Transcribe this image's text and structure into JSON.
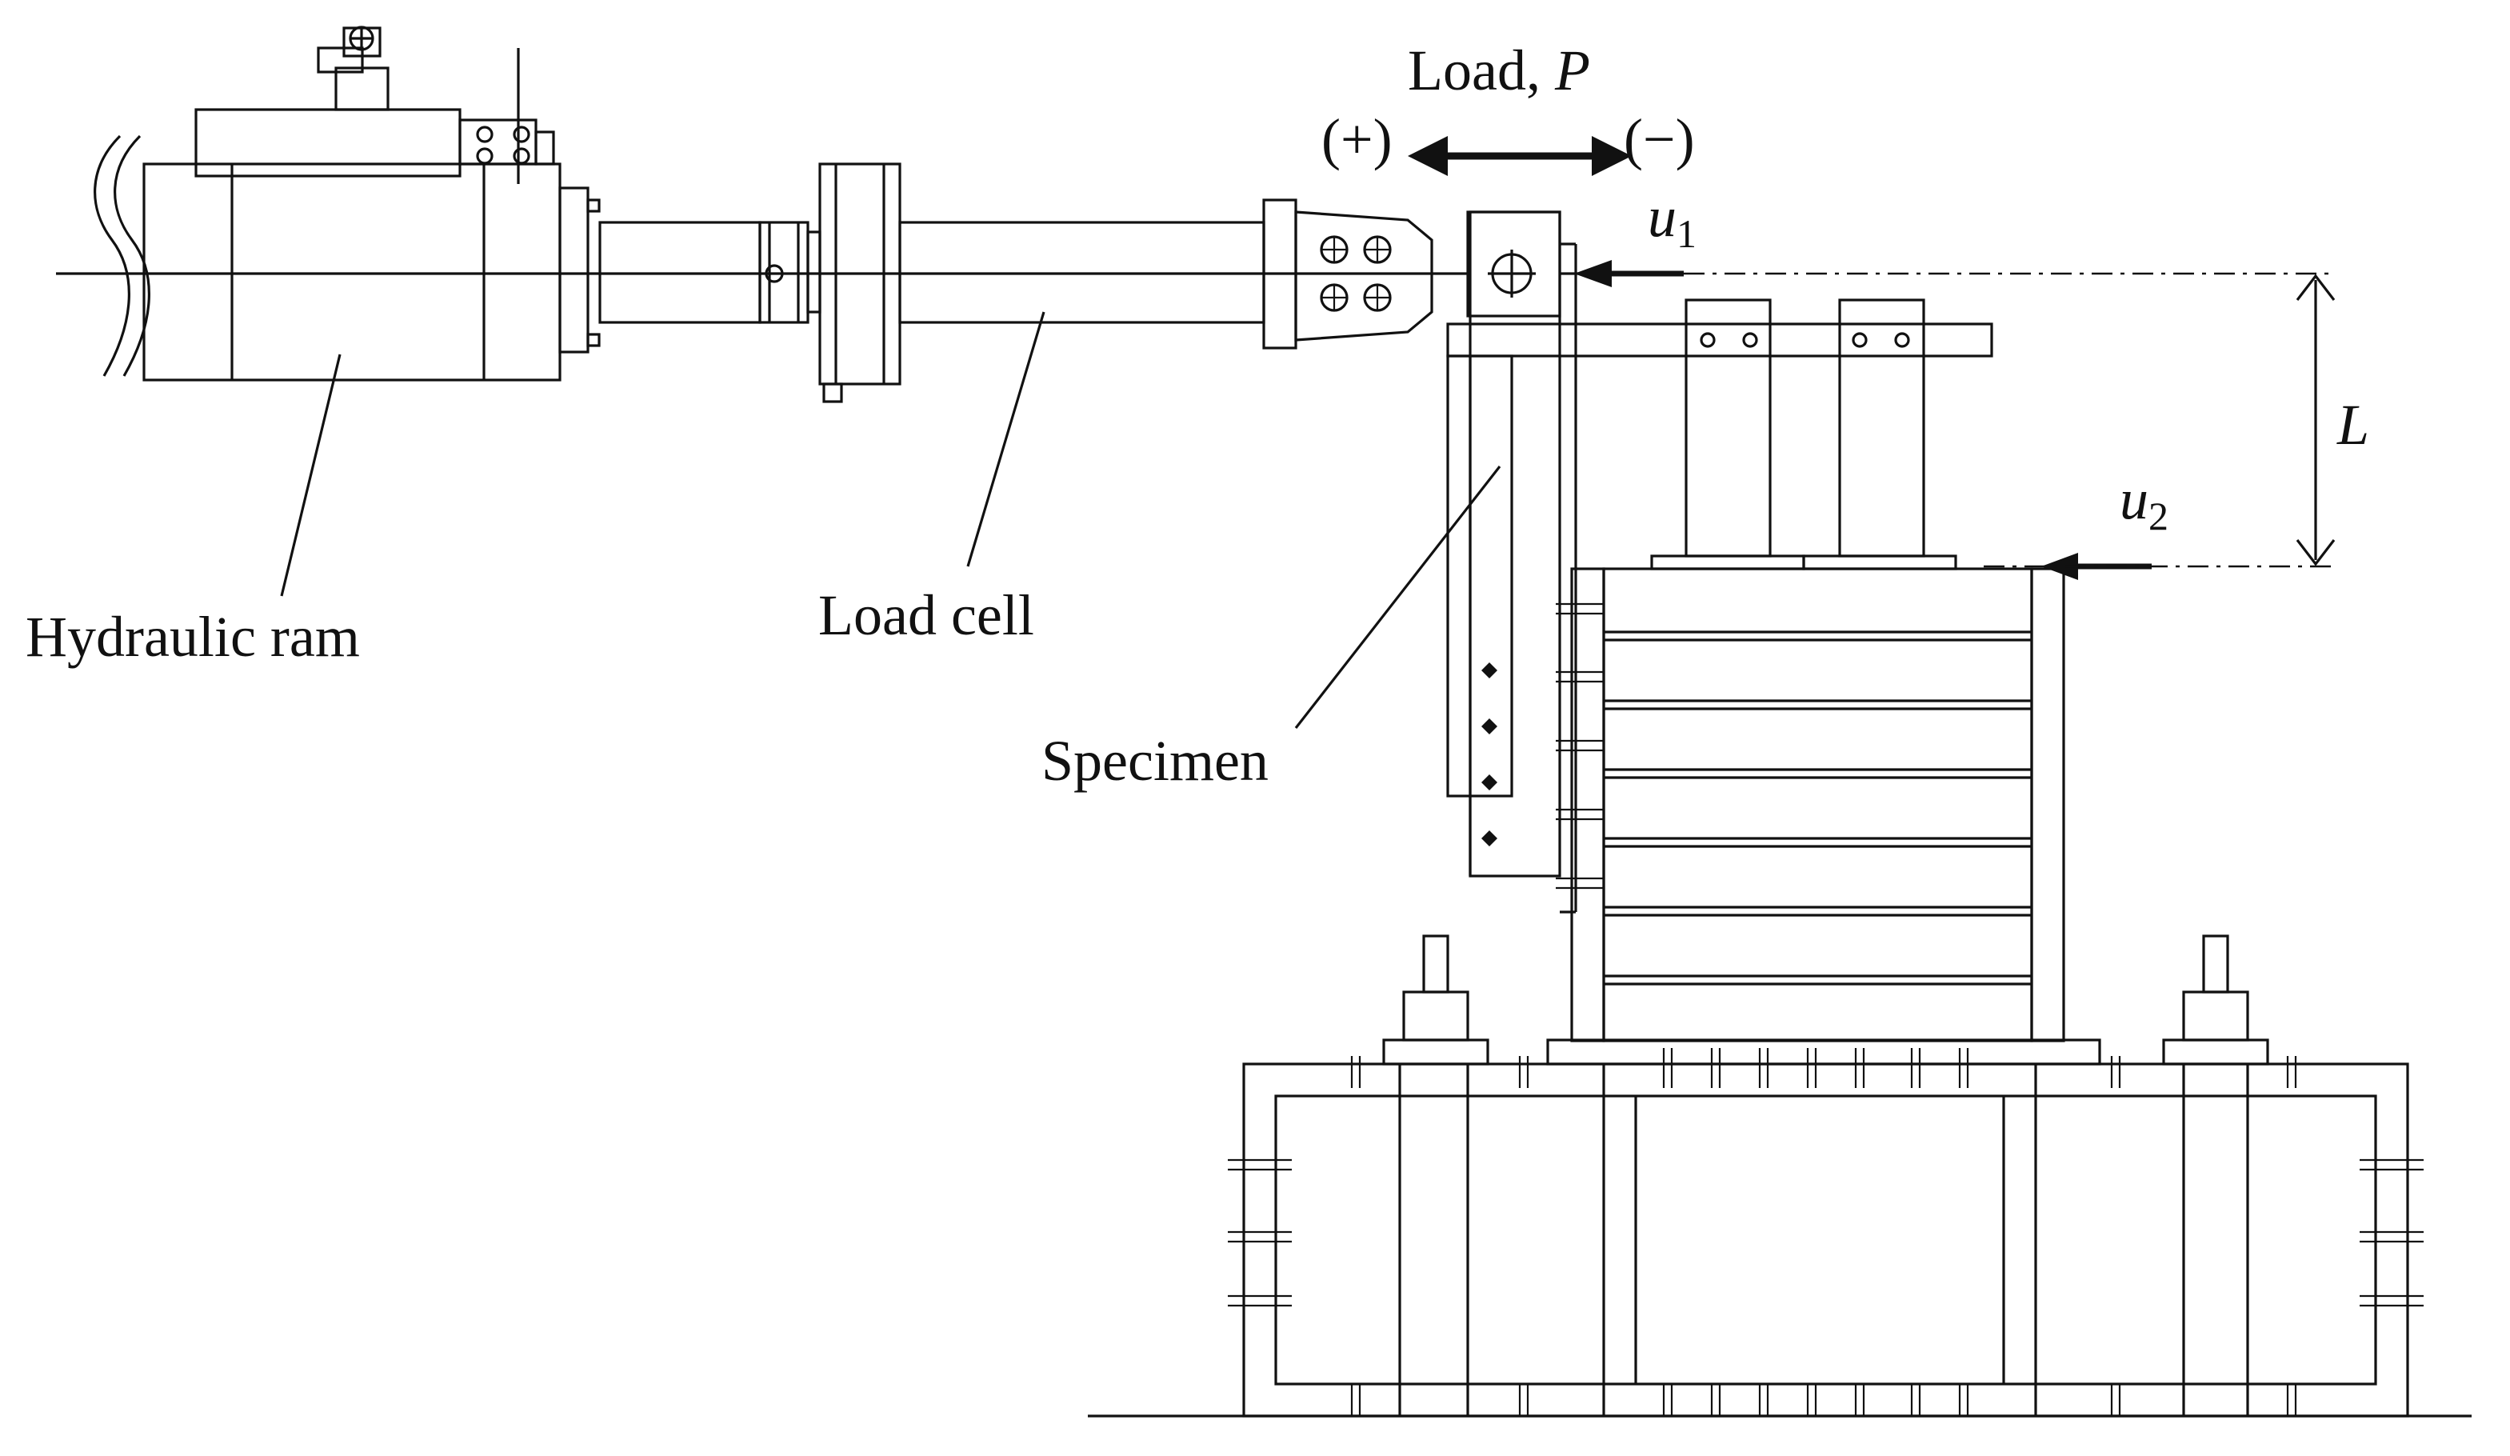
{
  "labels": {
    "hydraulic_ram": "Hydraulic ram",
    "load_cell": "Load cell",
    "specimen": "Specimen",
    "load_prefix": "Load, ",
    "load_symbol": "P",
    "plus": "(+)",
    "minus": "(−)",
    "u1_base": "u",
    "u1_sub": "1",
    "u2_base": "u",
    "u2_sub": "2",
    "length": "L"
  }
}
